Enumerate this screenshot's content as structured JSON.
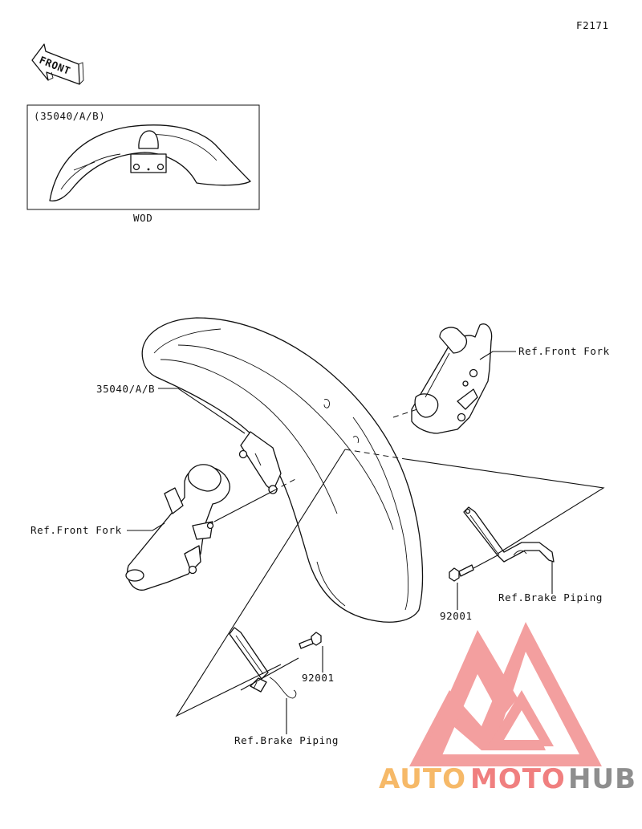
{
  "figure_code": "F2171",
  "front_arrow_label": "FRONT",
  "inset": {
    "part_ref": "(35040/A/B)",
    "variant": "WOD"
  },
  "callouts": {
    "fender": "35040/A/B",
    "fork_right": "Ref.Front Fork",
    "fork_left": "Ref.Front Fork",
    "bolt_right": "92001",
    "bolt_left": "92001",
    "brake_right": "Ref.Brake Piping",
    "brake_left": "Ref.Brake Piping"
  },
  "watermark": {
    "part1": "AUTO",
    "part2": "MOTO",
    "part3": "HUB",
    "color_red": "#f07f7f",
    "color_orange": "#f6b968",
    "color_gray": "#8e8e8e"
  }
}
